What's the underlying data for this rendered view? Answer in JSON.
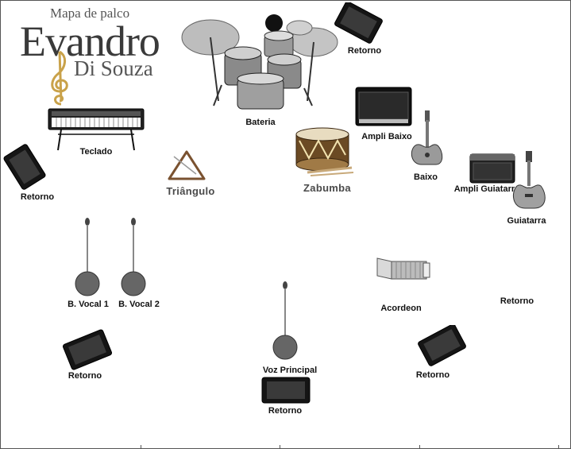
{
  "logo": {
    "subtitle": "Mapa de palco",
    "name": "Evandro",
    "surname": "Di Souza"
  },
  "labels": {
    "bateria": "Bateria",
    "teclado": "Teclado",
    "triangulo": "Triângulo",
    "zabumba": "Zabumba",
    "ampli_baixo": "Ampli Baixo",
    "baixo": "Baixo",
    "ampli_guitarra": "Ampli Guiatarra",
    "guitarra": "Guiatarra",
    "b_vocal_1": "B. Vocal 1",
    "b_vocal_2": "B. Vocal 2",
    "acordeon": "Acordeon",
    "voz_principal": "Voz Principal",
    "retorno_top_right": "Retorno",
    "retorno_left": "Retorno",
    "retorno_right_mid": "Retorno",
    "retorno_bottom_left": "Retorno",
    "retorno_bottom_center": "Retorno",
    "retorno_bottom_right": "Retorno"
  }
}
